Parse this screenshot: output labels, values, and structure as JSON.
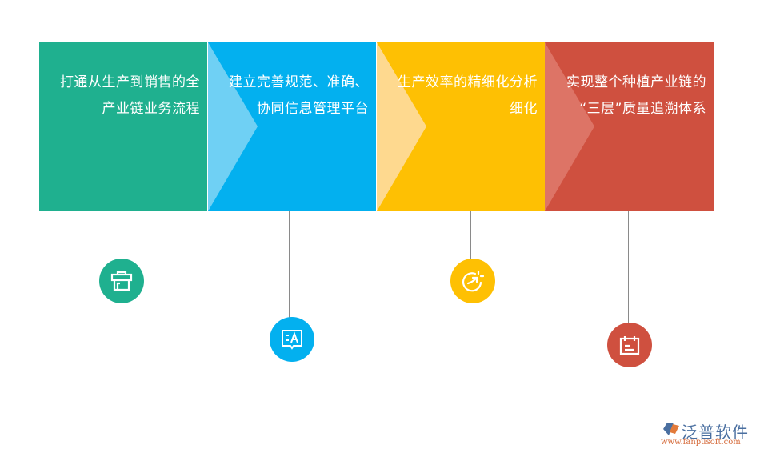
{
  "steps": [
    {
      "line1": "打通从生产到销售的全",
      "line2": "产业链业务流程",
      "color": "#1fb08f",
      "chevron_color": null,
      "icon": "briefcase-icon"
    },
    {
      "line1": "建立完善规范、准确、",
      "line2": "协同信息管理平台",
      "color": "#03b0ef",
      "chevron_color": "#6fd0f4",
      "icon": "translate-message-icon"
    },
    {
      "line1": "生产效率的精细化分析",
      "line2": "细化",
      "color": "#fec003",
      "chevron_color": "#fed98f",
      "icon": "growth-arrow-icon"
    },
    {
      "line1": "实现整个种植产业链的",
      "line2": "“三层”质量追溯体系",
      "color": "#cf503f",
      "chevron_color": "#dd7466",
      "icon": "calendar-icon"
    }
  ],
  "logo": {
    "name": "泛普软件",
    "url": "www.fanpusoft.com"
  }
}
